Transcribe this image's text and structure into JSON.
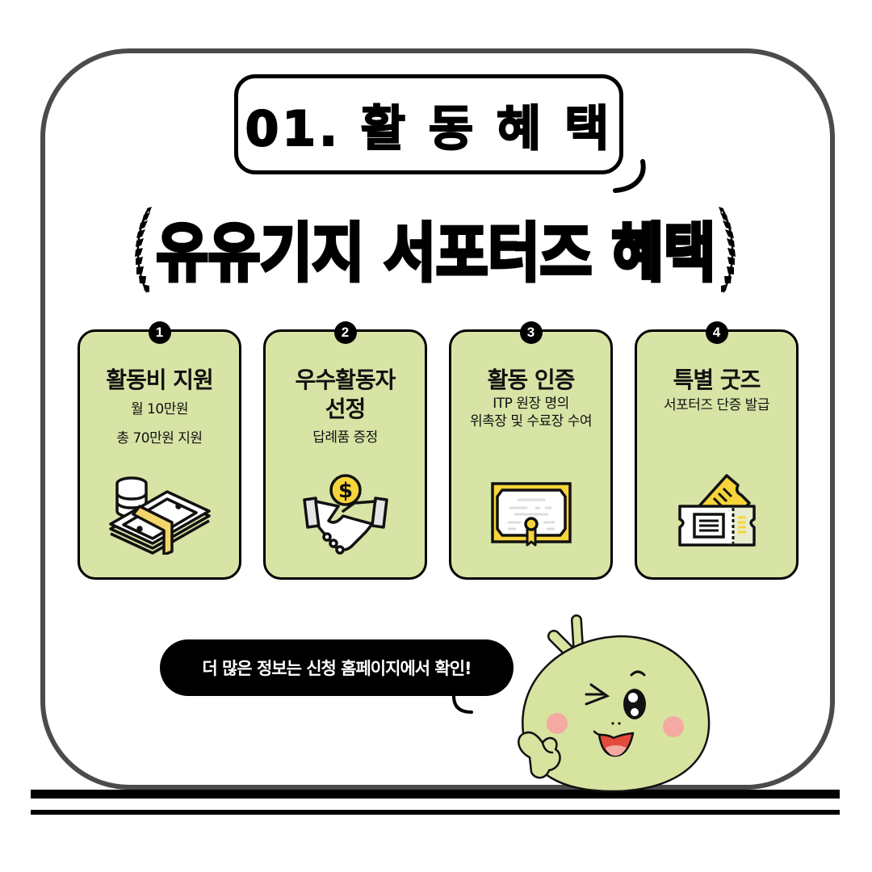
{
  "section_badge": {
    "label": "01. 활 동 혜 택"
  },
  "headline": {
    "text": "유유기지 서포터즈 혜택"
  },
  "colors": {
    "card_fill": "#d7e4a5",
    "accent_yellow": "#f6d43a",
    "frame_border": "#4b4b4b",
    "mascot_green": "#d6e4a0",
    "cheek_pink": "#f4a9a3",
    "black": "#000000"
  },
  "cards": [
    {
      "number": "1",
      "title": "활동비 지원",
      "lines": [
        "월 10만원",
        "총 70만원 지원"
      ],
      "icon": "money-stack-icon"
    },
    {
      "number": "2",
      "title": "우수활동자\n선정",
      "title_lines": [
        "우수활동자",
        "선정"
      ],
      "lines": [
        "답례품 증정"
      ],
      "icon": "handshake-coin-icon"
    },
    {
      "number": "3",
      "title": "활동 인증",
      "lines": [
        "ITP 원장 명의",
        "위촉장 및 수료장 수여"
      ],
      "icon": "certificate-icon"
    },
    {
      "number": "4",
      "title": "특별 굿즈",
      "lines": [
        "서포터즈 단증 발급"
      ],
      "icon": "ticket-icon"
    }
  ],
  "bubble": {
    "text": "더 많은 정보는 신청 홈페이지에서 확인!"
  },
  "mascot": {
    "name": "mascot-character",
    "expression": "wink"
  }
}
